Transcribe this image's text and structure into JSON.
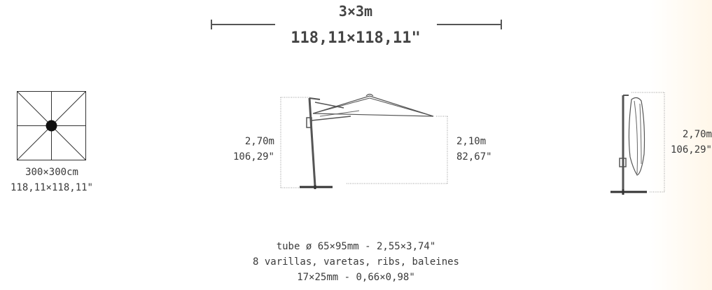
{
  "header": {
    "size_metric": "3×3m",
    "size_imperial": "118,11×118,11\""
  },
  "top_view": {
    "size_cm": "300×300cm",
    "size_in": "118,11×118,11\""
  },
  "side_view": {
    "left_height_m": "2,70m",
    "left_height_in": "106,29\"",
    "right_height_m": "2,10m",
    "right_height_in": "82,67\""
  },
  "closed_view": {
    "height_m": "2,70m",
    "height_in": "106,29\""
  },
  "specs": {
    "tube": "tube ø 65×95mm - 2,55×3,74\"",
    "ribs": "8 varillas, varetas, ribs, baleines",
    "rib_size": "17×25mm - 0,66×0,98\""
  },
  "colors": {
    "line": "#4a4a4a",
    "text": "#3a3a3a",
    "background_glow": "#fff0d7"
  }
}
